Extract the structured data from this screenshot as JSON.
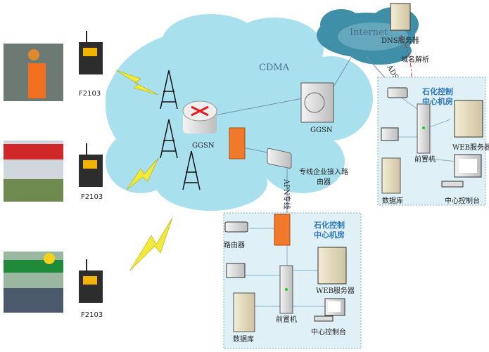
{
  "terminals": [
    {
      "label": "F2103",
      "photo": "worker-at-cabinet"
    },
    {
      "label": "F2103",
      "photo": "gas-station"
    },
    {
      "label": "F2103",
      "photo": "bp-gas-station"
    }
  ],
  "network": {
    "cdma": "CDMA",
    "internet": "Internet",
    "ggsn_router": "GGSN",
    "ggsn_server": "GGSN",
    "enterprise_router": [
      "专线企业接入路",
      "由器"
    ],
    "apn_line": "APN专线",
    "adsl": "ADSL",
    "dns_server": "DNS服务器",
    "domain_resolution": "域名解析"
  },
  "center_top": {
    "title": [
      "石化控制",
      "中心机房"
    ],
    "frontend": "前置机",
    "web_server": "WEB服务器",
    "database": "数据库",
    "console": "中心控制台"
  },
  "center_bottom": {
    "title": [
      "石化控制",
      "中心机房"
    ],
    "router": "路由器",
    "frontend": "前置机",
    "web_server": "WEB服务器",
    "database": "数据库",
    "console": "中心控制台"
  },
  "colors": {
    "cloud": "#a9e0ee",
    "internet_cloud": "#3f8fa8",
    "room_bg": "#dff1f6",
    "room_title": "#2f78b8",
    "firewall": "#f07a2a",
    "lightning": "#f2ea3a"
  }
}
